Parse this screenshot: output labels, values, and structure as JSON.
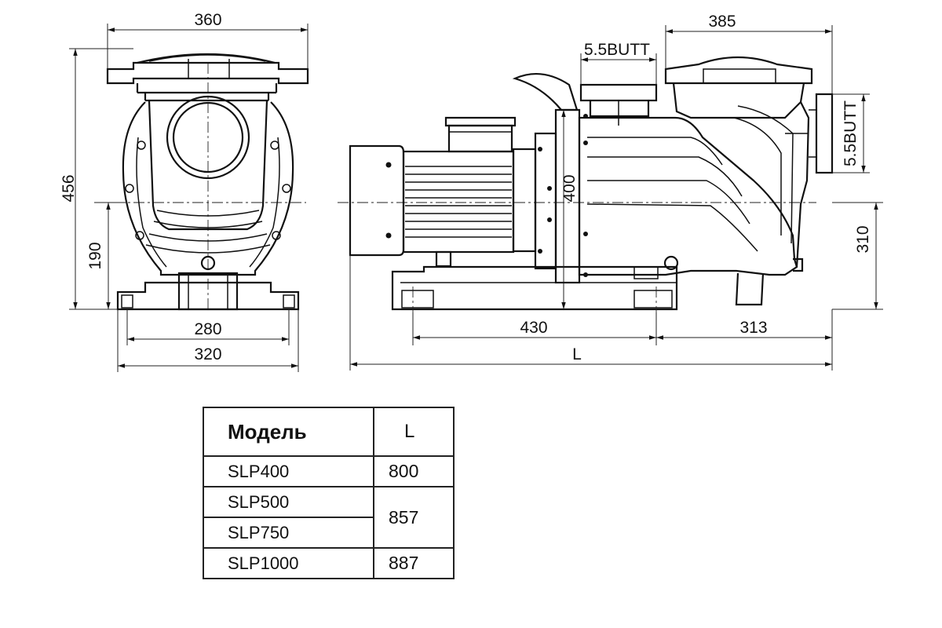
{
  "dimensions": {
    "front_width_top": "360",
    "front_height": "456",
    "front_axis_height": "190",
    "front_feet_spacing": "280",
    "front_base_width": "320",
    "side_overall_top": "385",
    "suction_thread": "5.5BUTT",
    "discharge_thread": "5.5BUTT",
    "flange_height": "400",
    "side_axis_height": "310",
    "side_feet_spacing": "430",
    "side_rear_offset": "313",
    "overall_length": "L"
  },
  "table": {
    "header_model": "Модель",
    "header_length": "L",
    "rows": [
      {
        "model": "SLP400",
        "length": "800"
      },
      {
        "model": "SLP500",
        "length": "857"
      },
      {
        "model": "SLP750",
        "length": ""
      },
      {
        "model": "SLP1000",
        "length": "887"
      }
    ]
  }
}
